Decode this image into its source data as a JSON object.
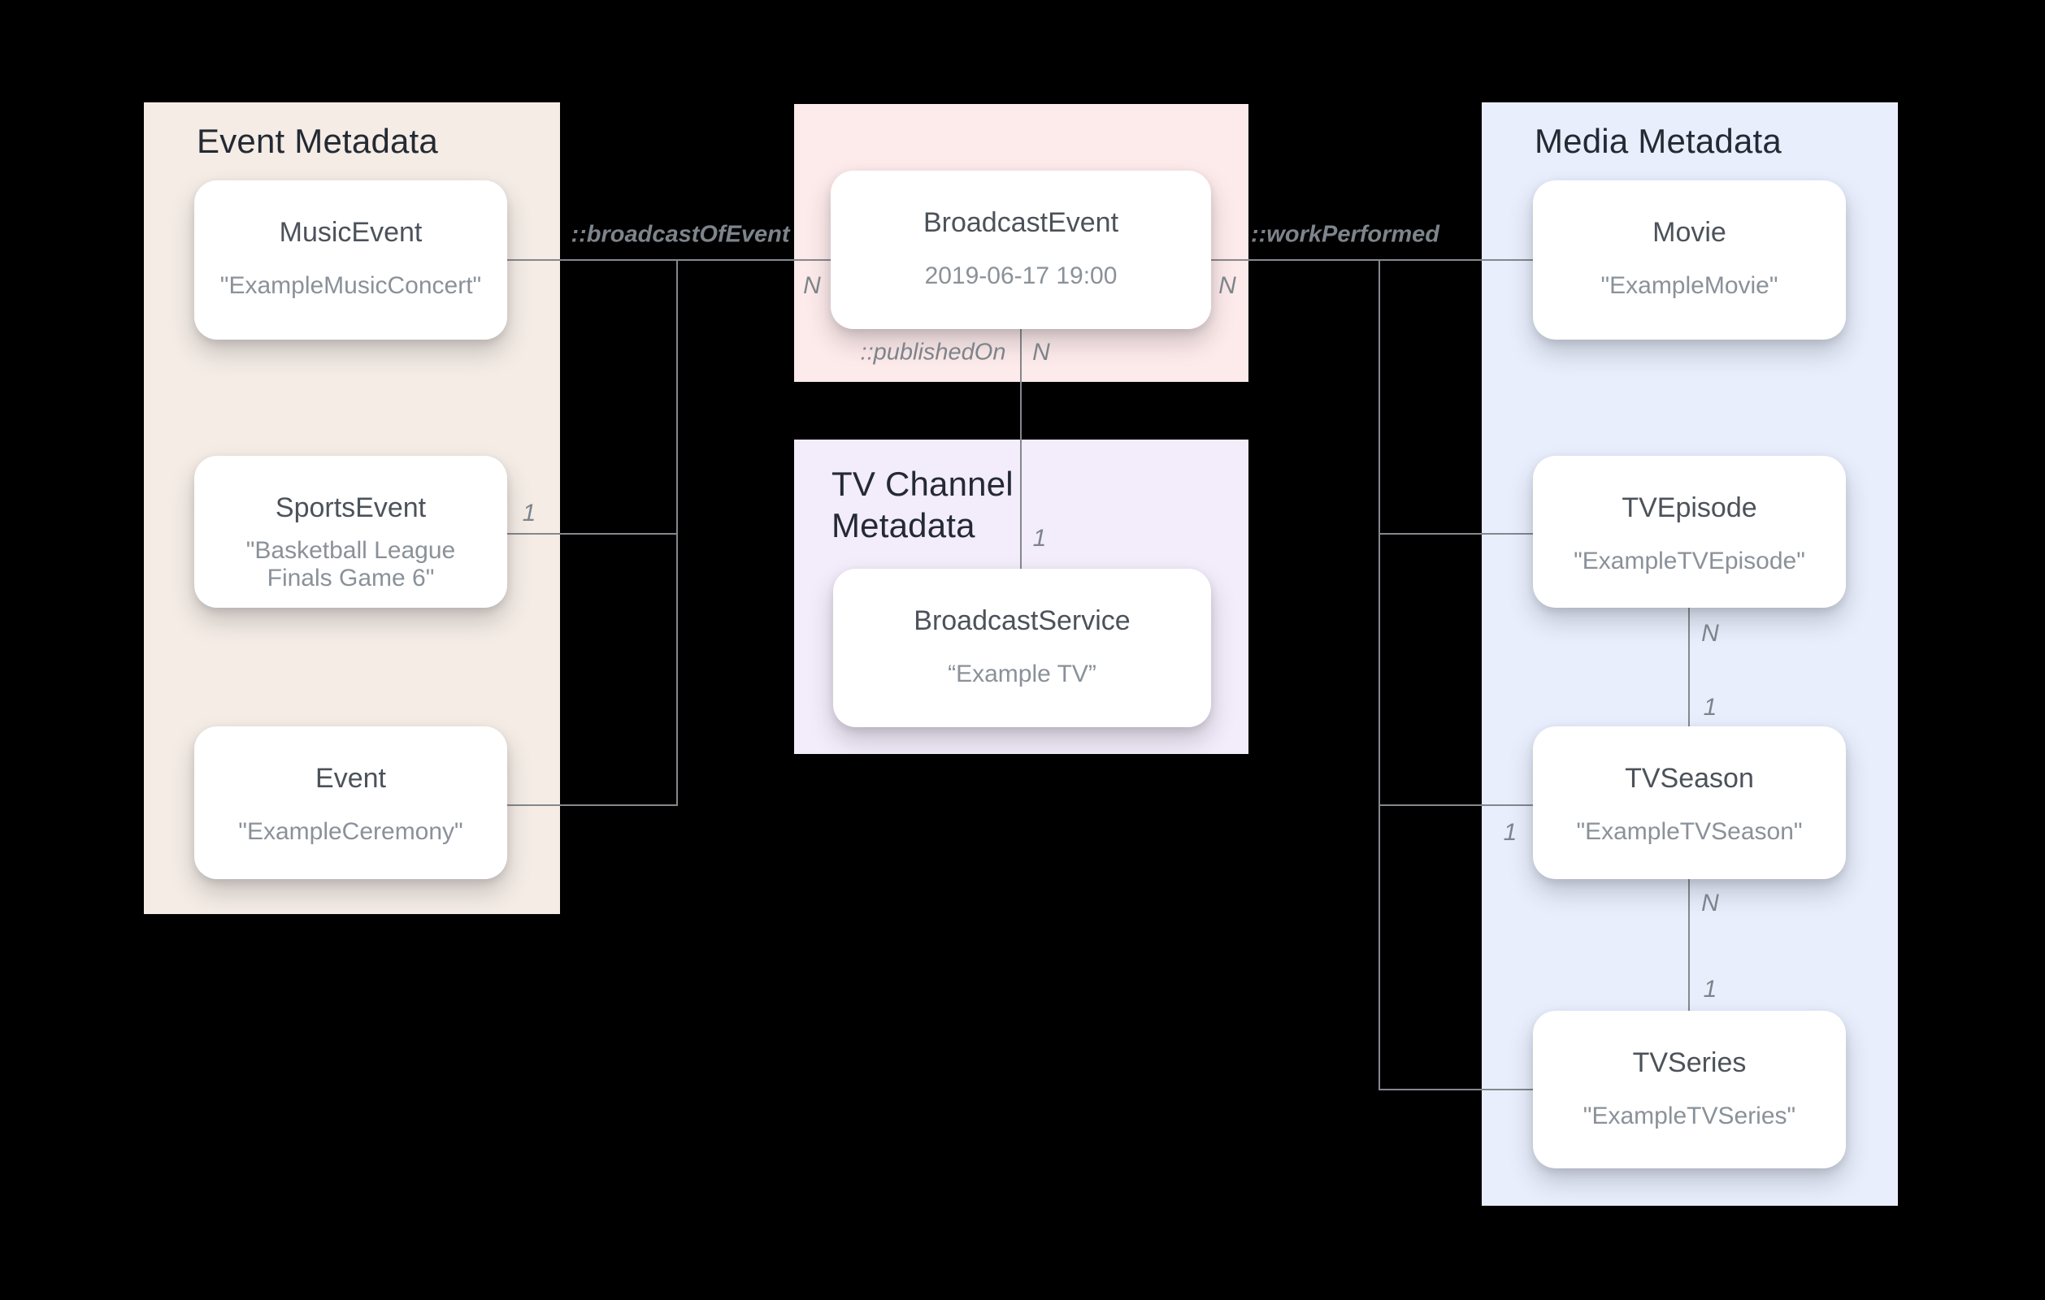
{
  "diagram": {
    "background": "#000000",
    "line_color": "#84888d",
    "panels": {
      "event": {
        "title": "Event Metadata",
        "color": "#f4ece5"
      },
      "broadcast": {
        "title": "",
        "color": "#fdeaea"
      },
      "tv_channel": {
        "title": "TV Channel Metadata",
        "color": "#f3ecfa"
      },
      "media": {
        "title": "Media Metadata",
        "color": "#e8eefc"
      }
    },
    "nodes": {
      "music_event": {
        "title": "MusicEvent",
        "value": "\"ExampleMusicConcert\""
      },
      "sports_event": {
        "title": "SportsEvent",
        "value": "\"Basketball League Finals Game 6\""
      },
      "event": {
        "title": "Event",
        "value": "\"ExampleCeremony\""
      },
      "broadcast_event": {
        "title": "BroadcastEvent",
        "value": "2019-06-17 19:00"
      },
      "broadcast_service": {
        "title": "BroadcastService",
        "value": "“Example TV”"
      },
      "movie": {
        "title": "Movie",
        "value": "\"ExampleMovie\""
      },
      "tv_episode": {
        "title": "TVEpisode",
        "value": "\"ExampleTVEpisode\""
      },
      "tv_season": {
        "title": "TVSeason",
        "value": "\"ExampleTVSeason\""
      },
      "tv_series": {
        "title": "TVSeries",
        "value": "\"ExampleTVSeries\""
      }
    },
    "relationships": {
      "broadcast_of_event": "::broadcastOfEvent",
      "work_performed": "::workPerformed",
      "published_on": "::publishedOn"
    },
    "cardinalities": {
      "broadcast_left_n": "N",
      "sports_one": "1",
      "broadcast_right_n": "N",
      "published_n": "N",
      "published_one": "1",
      "episode_season_n": "N",
      "episode_season_one": "1",
      "season_series_n": "N",
      "season_series_one": "1",
      "season_link_one": "1"
    }
  }
}
